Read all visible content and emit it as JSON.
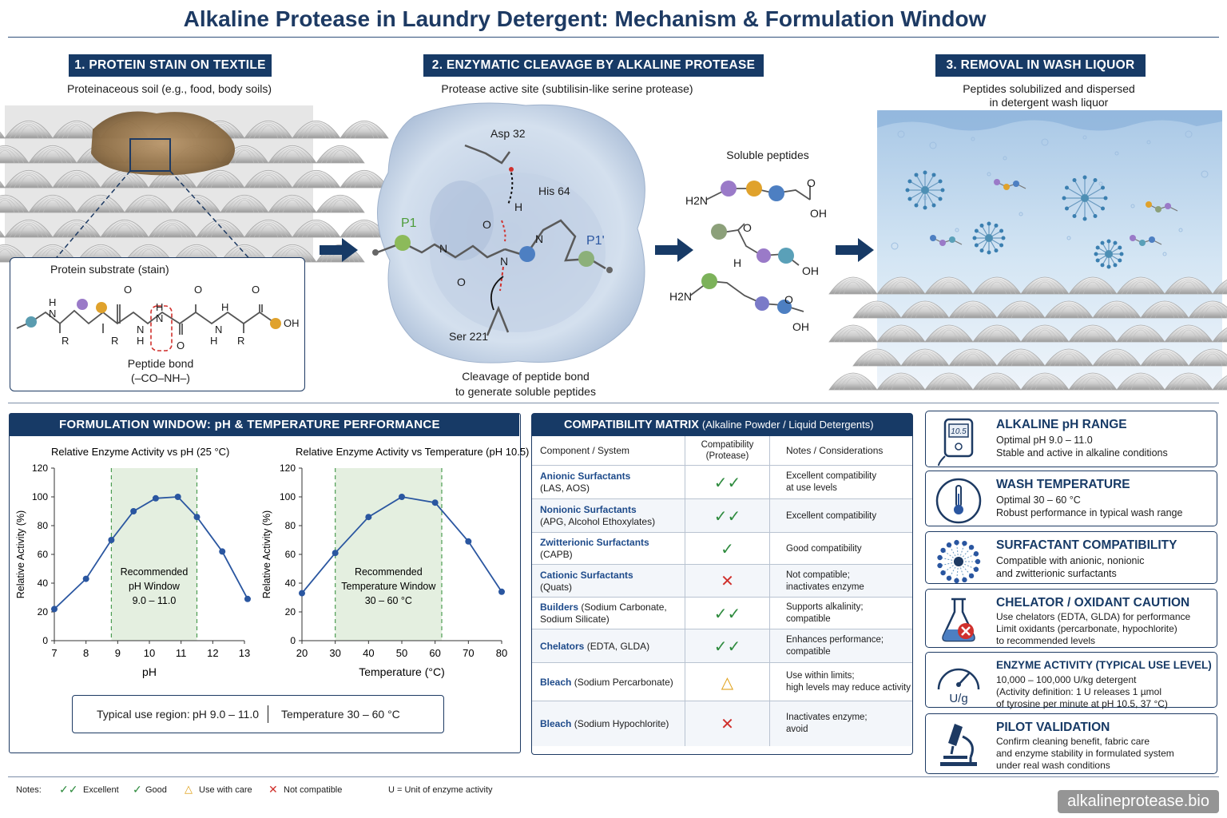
{
  "title": "Alkaline Protease in Laundry Detergent: Mechanism & Formulation Window",
  "steps": [
    {
      "label": "1. PROTEIN STAIN ON TEXTILE",
      "caption": "Proteinaceous soil (e.g., food, body soils)"
    },
    {
      "label": "2. ENZYMATIC CLEAVAGE BY ALKALINE PROTEASE",
      "caption": "Protease active site (subtilisin-like serine protease)"
    },
    {
      "label": "3. REMOVAL IN WASH LIQUOR",
      "caption_line1": "Peptides solubilized and dispersed",
      "caption_line2": "in detergent wash liquor"
    }
  ],
  "substrate": {
    "title": "Protein substrate (stain)",
    "bond_line1": "Peptide bond",
    "bond_line2": "(–CO–NH–)",
    "atoms": {
      "H": "H",
      "N": "N",
      "O": "O",
      "R": "R",
      "OH": "OH"
    }
  },
  "active_site": {
    "asp": "Asp 32",
    "his": "His 64",
    "ser": "Ser 221",
    "p1": "P1",
    "p1prime": "P1'",
    "caption_line1": "Cleavage of peptide bond",
    "caption_line2": "to generate soluble peptides"
  },
  "peptides": {
    "title": "Soluble peptides",
    "h2n": "H2N",
    "oh": "OH",
    "o": "O",
    "h": "H"
  },
  "formulation": {
    "header": "FORMULATION WINDOW: pH & TEMPERATURE PERFORMANCE",
    "summary_label": "Typical use region:",
    "summary_ph": "pH 9.0 – 11.0",
    "summary_temp": "Temperature  30 – 60 °C"
  },
  "chart_data": [
    {
      "type": "line",
      "title": "Relative Enzyme Activity vs pH (25 °C)",
      "xlabel": "pH",
      "ylabel": "Relative Activity (%)",
      "xlim": [
        7,
        13
      ],
      "ylim": [
        0,
        120
      ],
      "xticks": [
        7,
        8,
        9,
        10,
        11,
        12,
        13
      ],
      "yticks": [
        0,
        20,
        40,
        60,
        80,
        100,
        120
      ],
      "x": [
        7,
        8,
        8.8,
        9.5,
        10.2,
        10.9,
        11.5,
        12.3,
        13.1
      ],
      "values": [
        22,
        43,
        70,
        90,
        99,
        100,
        86,
        62,
        29
      ],
      "window": [
        8.8,
        11.5
      ],
      "window_label": [
        "Recommended",
        "pH Window",
        "9.0 – 11.0"
      ]
    },
    {
      "type": "line",
      "title": "Relative Enzyme Activity vs Temperature (pH 10.5)",
      "xlabel": "Temperature (°C)",
      "ylabel": "Relative Activity (%)",
      "xlim": [
        20,
        80
      ],
      "ylim": [
        0,
        120
      ],
      "xticks": [
        20,
        30,
        40,
        50,
        60,
        70,
        80
      ],
      "yticks": [
        0,
        20,
        40,
        60,
        80,
        100,
        120
      ],
      "x": [
        20,
        30,
        40,
        50,
        60,
        70,
        80
      ],
      "values": [
        33,
        61,
        86,
        100,
        96,
        69,
        34
      ],
      "window": [
        30,
        62
      ],
      "window_label": [
        "Recommended",
        "Temperature Window",
        "30 – 60 °C"
      ]
    }
  ],
  "matrix": {
    "header": "COMPATIBILITY MATRIX",
    "header_sub": "(Alkaline Powder / Liquid Detergents)",
    "col1": "Component / System",
    "col2_line1": "Compatibility",
    "col2_line2": "(Protease)",
    "col3": "Notes / Considerations",
    "rows": [
      {
        "name": "Anionic Surfactants",
        "detail": "(LAS, AOS)",
        "mark": "✓✓",
        "kind": "excellent",
        "note1": "Excellent compatibility",
        "note2": "at use levels"
      },
      {
        "name": "Nonionic Surfactants",
        "detail": "(APG, Alcohol Ethoxylates)",
        "mark": "✓✓",
        "kind": "excellent",
        "note1": "Excellent compatibility",
        "note2": ""
      },
      {
        "name": "Zwitterionic Surfactants",
        "detail": "(CAPB)",
        "mark": "✓",
        "kind": "good",
        "note1": "Good compatibility",
        "note2": ""
      },
      {
        "name": "Cationic Surfactants",
        "detail": "(Quats)",
        "mark": "✕",
        "kind": "bad",
        "note1": "Not compatible;",
        "note2": "inactivates enzyme"
      },
      {
        "name": "Builders",
        "detail": " (Sodium Carbonate,",
        "detail2": "Sodium Silicate)",
        "mark": "✓✓",
        "kind": "excellent",
        "note1": "Supports alkalinity;",
        "note2": "compatible"
      },
      {
        "name": "Chelators",
        "detail": " (EDTA, GLDA)",
        "mark": "✓✓",
        "kind": "excellent",
        "note1": "Enhances performance;",
        "note2": "compatible"
      },
      {
        "name": "Bleach",
        "detail": " (Sodium Percarbonate)",
        "mark": "△",
        "kind": "care",
        "note1": "Use within limits;",
        "note2": "high levels may reduce activity"
      },
      {
        "name": "Bleach",
        "detail": " (Sodium Hypochlorite)",
        "mark": "✕",
        "kind": "bad",
        "note1": "Inactivates enzyme;",
        "note2": "avoid"
      }
    ]
  },
  "properties": [
    {
      "icon": "ph-meter-icon",
      "display": "10.5",
      "title": "ALKALINE pH RANGE",
      "lines": [
        "Optimal pH 9.0 – 11.0",
        "Stable and active in alkaline conditions"
      ]
    },
    {
      "icon": "thermometer-icon",
      "title": "WASH TEMPERATURE",
      "lines": [
        "Optimal 30 – 60 °C",
        "Robust performance in typical wash range"
      ]
    },
    {
      "icon": "micelle-icon",
      "title": "SURFACTANT COMPATIBILITY",
      "lines": [
        "Compatible with anionic, nonionic",
        "and zwitterionic surfactants"
      ]
    },
    {
      "icon": "flask-warning-icon",
      "title": "CHELATOR / OXIDANT CAUTION",
      "lines": [
        "Use chelators (EDTA, GLDA) for performance",
        "Limit oxidants (percarbonate, hypochlorite)",
        "to recommended levels"
      ]
    },
    {
      "icon": "gauge-icon",
      "unit": "U/g",
      "title": "ENZYME ACTIVITY (TYPICAL USE LEVEL)",
      "lines": [
        "10,000 – 100,000 U/kg detergent",
        "(Activity definition: 1 U releases 1 µmol",
        "of tyrosine per minute at pH 10.5, 37 °C)"
      ]
    },
    {
      "icon": "microscope-icon",
      "title": "PILOT VALIDATION",
      "lines": [
        "Confirm cleaning benefit, fabric care",
        "and enzyme stability in formulated system",
        "under real wash conditions"
      ]
    }
  ],
  "legend": {
    "label": "Notes:",
    "excellent": "Excellent",
    "good": "Good",
    "care": "Use with care",
    "bad": "Not compatible",
    "unit": "U = Unit of enzyme activity"
  },
  "watermark": "alkalineprotease.bio",
  "colors": {
    "navy": "#173a66",
    "green": "#2e8b3e",
    "red": "#d0312d",
    "amber": "#e0a21c",
    "line": "#2a56a0"
  }
}
